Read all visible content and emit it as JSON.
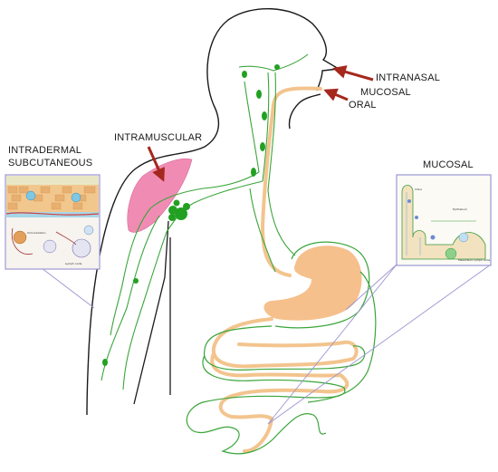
{
  "labels": {
    "intranasal": "INTRANASAL",
    "mucosal_route": "MUCOSAL",
    "oral": "ORAL",
    "intramuscular": "INTRAMUSCULAR",
    "intradermal": "INTRADERMAL",
    "subcutaneous": "SUBCUTANEOUS",
    "mucosal_panel": "MUCOSAL"
  },
  "colors": {
    "outline": "#1a1a1a",
    "lymph": "#3aa53a",
    "node": "#22a022",
    "gut": "#f3c48e",
    "stomach": "#f5c08c",
    "muscle": "#f08cb4",
    "arrow": "#a5281e",
    "callout": "#9b96d2"
  }
}
